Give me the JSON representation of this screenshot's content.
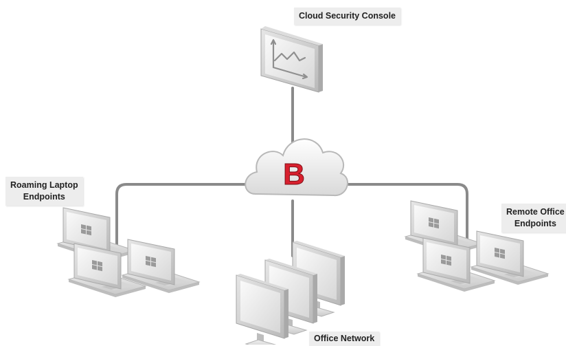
{
  "labels": {
    "console": "Cloud Security Console",
    "roaming": [
      "Roaming Laptop",
      "Endpoints"
    ],
    "remote": [
      "Remote Office",
      "Endpoints"
    ],
    "office": "Office Network"
  },
  "cloud_logo_letter": "B",
  "colors": {
    "connector": "#8a8a8a",
    "logo_red": "#d8202e",
    "device_light": "#f2f2f2",
    "device_mid": "#cfcfcf",
    "device_dark": "#a9a9a9",
    "label_bg": "#ededed"
  },
  "icons": {
    "console": "monitor-with-line-chart-icon",
    "cloud": "cloud-icon",
    "laptop": "laptop-windows-logo-icon",
    "desktop": "desktop-monitor-icon"
  }
}
